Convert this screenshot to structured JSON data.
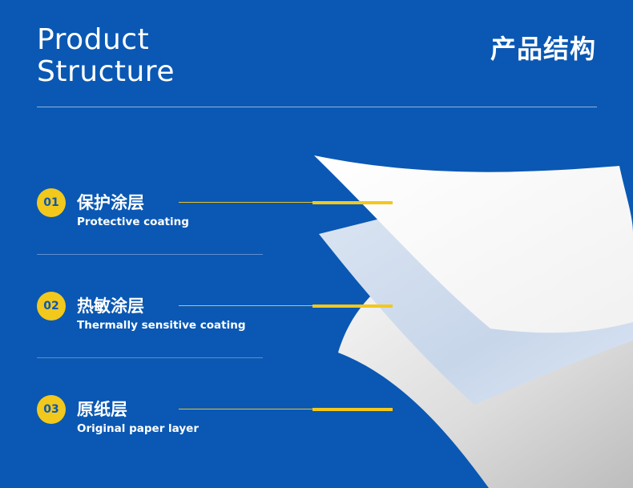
{
  "header": {
    "title_en_line1": "Product",
    "title_en_line2": "Structure",
    "title_cn": "产品结构"
  },
  "layers": [
    {
      "number": "01",
      "name_cn": "保护涂层",
      "name_en": "Protective coating"
    },
    {
      "number": "02",
      "name_cn": "热敏涂层",
      "name_en": "Thermally sensitive coating"
    },
    {
      "number": "03",
      "name_cn": "原纸层",
      "name_en": "Original paper layer"
    }
  ],
  "colors": {
    "background": "#0a58b3",
    "accent": "#f2c81c",
    "text": "#ffffff"
  }
}
